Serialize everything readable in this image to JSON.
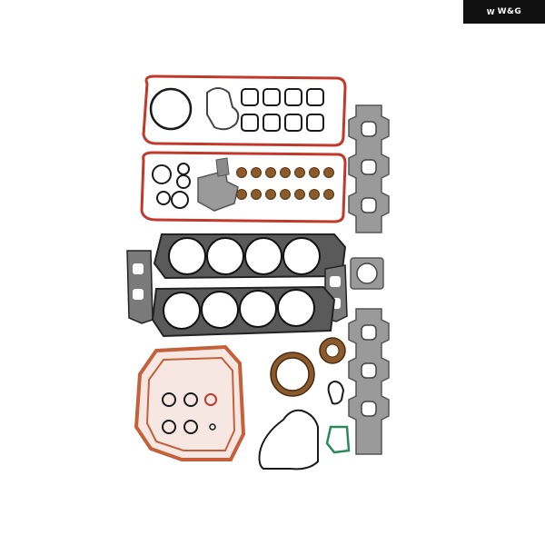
{
  "brand": {
    "mark": "W",
    "text": "W&G"
  },
  "colors": {
    "background": "#ffffff",
    "badge": "#111111",
    "red_gasket": "#c0392b",
    "black_gasket": "#1a1a1a",
    "steel": "#8a8a8a",
    "bronze": "#8a5a2b",
    "copper_gasket": "#c4603a",
    "green_gasket": "#2a8a5a"
  },
  "icons": [
    "gasket-kit-photo"
  ]
}
